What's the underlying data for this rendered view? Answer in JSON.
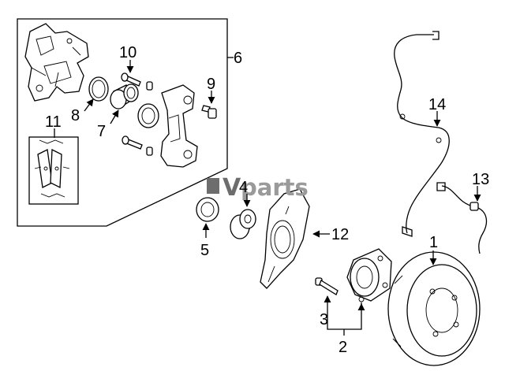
{
  "watermark": {
    "prefix": "V",
    "suffix": "parts",
    "color_dark": "#6d6d6d",
    "color_light": "#9a9a9a"
  },
  "callouts": {
    "c1": "1",
    "c2": "2",
    "c3": "3",
    "c4": "4",
    "c5": "5",
    "c6": "6",
    "c7": "7",
    "c8": "8",
    "c9": "9",
    "c10": "10",
    "c11": "11",
    "c12": "12",
    "c13": "13",
    "c14": "14"
  }
}
